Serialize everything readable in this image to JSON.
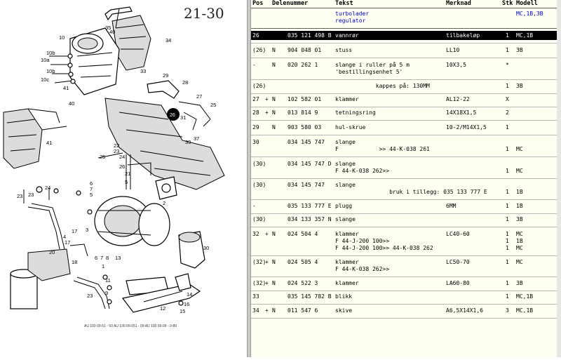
{
  "diagram": {
    "page_number": "21-30",
    "callouts": [
      "35",
      "40",
      "10",
      "34",
      "10b",
      "10a",
      "10b",
      "10c",
      "41",
      "33",
      "29",
      "28",
      "27",
      "25",
      "26",
      "40",
      "31",
      "39",
      "37",
      "41",
      "25",
      "22",
      "23",
      "24",
      "26",
      "6",
      "7",
      "5",
      "5",
      "24",
      "23",
      "21",
      "20",
      "3",
      "3",
      "17",
      "4",
      "17",
      "18",
      "6",
      "7",
      "8",
      "13",
      "1",
      "2",
      "30",
      "11",
      "12",
      "14",
      "9",
      "16",
      "15",
      "23",
      "23"
    ],
    "footer": "AU 100 00-51 - 93   AU 100 09-051 - 09   AU 100 00-09 - 0-89"
  },
  "table": {
    "headers": {
      "pos": "Pos",
      "delenummer": "Delenummer",
      "tekst": "Tekst",
      "merknad": "Merknad",
      "stk": "Stk",
      "modell": "Modell"
    },
    "title_line1": "turbolader",
    "title_line2": "regulator",
    "title_models": "MC,1B,3B",
    "rows": [
      {
        "pos": "26",
        "plus": "",
        "n": "",
        "part": "035 121 498 B",
        "text": [
          "vannrør"
        ],
        "note": "tilbakeløp",
        "stk": "1",
        "model": "MC,1B",
        "selected": true
      },
      {
        "pos": "(26)",
        "plus": "",
        "n": "N",
        "part": "904 048 01",
        "text": [
          "stuss"
        ],
        "note": "LL10",
        "stk": "1",
        "model": "3B",
        "selected": false
      },
      {
        "pos": "-",
        "plus": "",
        "n": "N",
        "part": "020 262 1",
        "text": [
          "slange i ruller på 5 m",
          "'bestillingsenhet 5'"
        ],
        "note": "10X3,5",
        "stk": "*",
        "model": "",
        "selected": false
      },
      {
        "pos": "(26)",
        "plus": "",
        "n": "",
        "part": "",
        "text": [
          "            kappes på: 130MM"
        ],
        "note": "",
        "stk": "1",
        "model": "3B",
        "selected": false
      },
      {
        "pos": "27",
        "plus": "+",
        "n": "N",
        "part": "102 582 01",
        "text": [
          "klammer"
        ],
        "note": "AL12-22",
        "stk": "X",
        "model": "",
        "selected": false
      },
      {
        "pos": "28",
        "plus": "+",
        "n": "N",
        "part": "013 814 9",
        "text": [
          "tetningsring"
        ],
        "note": "14X18X1,5",
        "stk": "2",
        "model": "",
        "selected": false
      },
      {
        "pos": "29",
        "plus": "",
        "n": "N",
        "part": "903 580 03",
        "text": [
          "hul-skrue"
        ],
        "note": "10-2/M14X1,5",
        "stk": "1",
        "model": "",
        "selected": false
      },
      {
        "pos": "30",
        "plus": "",
        "n": "",
        "part": "034 145 747",
        "text": [
          "slange",
          "F            >> 44-K-038 261"
        ],
        "note": "",
        "stk": "1",
        "model": "MC",
        "selected": false
      },
      {
        "pos": "(30)",
        "plus": "",
        "n": "",
        "part": "034 145 747 D",
        "text": [
          "slange",
          "F 44-K-038 262>>"
        ],
        "note": "",
        "stk": "1",
        "model": "MC",
        "selected": false
      },
      {
        "pos": "(30)",
        "plus": "",
        "n": "",
        "part": "034 145 747",
        "text": [
          "slange",
          "                bruk i tillegg: 035 133 777 E"
        ],
        "note": "",
        "stk": "1",
        "model": "1B",
        "selected": false
      },
      {
        "pos": "-",
        "plus": "",
        "n": "",
        "part": "035 133 777 E",
        "text": [
          "plugg"
        ],
        "note": "6MM",
        "stk": "1",
        "model": "1B",
        "selected": false
      },
      {
        "pos": "(30)",
        "plus": "",
        "n": "",
        "part": "034 133 357 N",
        "text": [
          "slange"
        ],
        "note": "",
        "stk": "1",
        "model": "3B",
        "selected": false
      },
      {
        "pos": "32",
        "plus": "+",
        "n": "N",
        "part": "024 504 4",
        "text": [
          "klammer",
          "F 44-J-200 100>>",
          "F 44-J-200 100>> 44-K-038 262"
        ],
        "note": "LC40-60",
        "stk": "1",
        "model": "MC",
        "selected": false
      },
      {
        "pos": "(32)",
        "plus": "+",
        "n": "N",
        "part": "024 505 4",
        "text": [
          "klammer",
          "F 44-K-038 262>>"
        ],
        "note": "LC50-70",
        "stk": "1",
        "model": "MC",
        "selected": false
      },
      {
        "pos": "(32)",
        "plus": "+",
        "n": "N",
        "part": "024 522 3",
        "text": [
          "klammer"
        ],
        "note": "LA60-80",
        "stk": "1",
        "model": "3B",
        "selected": false
      },
      {
        "pos": "33",
        "plus": "",
        "n": "",
        "part": "035 145 782 B",
        "text": [
          "blikk"
        ],
        "note": "",
        "stk": "1",
        "model": "MC,1B",
        "selected": false
      },
      {
        "pos": "34",
        "plus": "+",
        "n": "N",
        "part": "011 547 6",
        "text": [
          "skive"
        ],
        "note": "A6,5X14X1,6",
        "stk": "3",
        "model": "MC,1B",
        "selected": false
      }
    ],
    "extra_stk": {
      "30": "",
      "32": [
        "",
        "1",
        "1"
      ]
    }
  },
  "colors": {
    "accent_blue": "#0000d0",
    "selection": "#000000",
    "table_bg": "#fffff2"
  }
}
